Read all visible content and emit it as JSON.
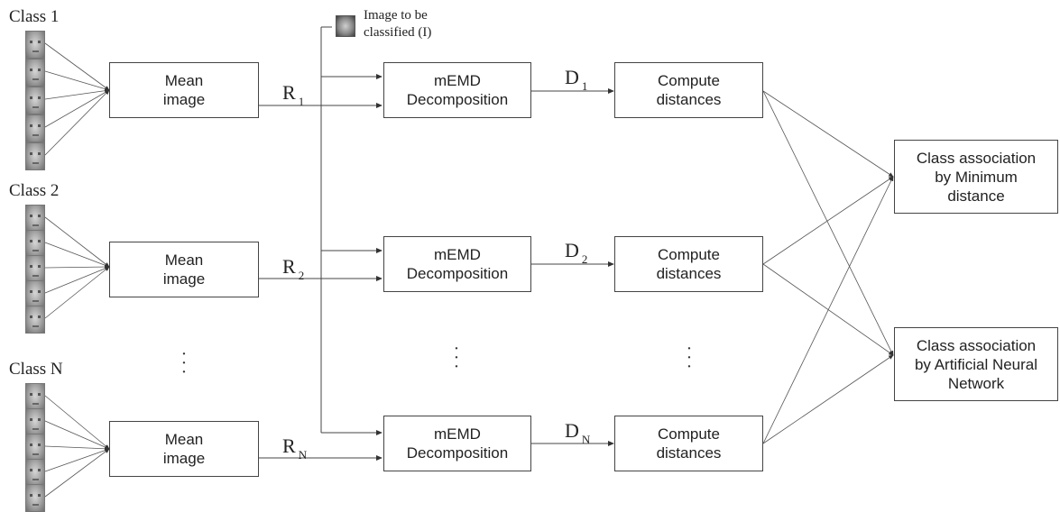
{
  "classes": [
    {
      "label": "Class 1",
      "mean_box": "Mean\nimage",
      "r_symbol": "R",
      "r_sub": "1",
      "decomp_box": "mEMD\nDecomposition",
      "d_symbol": "D",
      "d_sub": "1",
      "compute_box": "Compute\ndistances"
    },
    {
      "label": "Class 2",
      "mean_box": "Mean\nimage",
      "r_symbol": "R",
      "r_sub": "2",
      "decomp_box": "mEMD\nDecomposition",
      "d_symbol": "D",
      "d_sub": "2",
      "compute_box": "Compute\ndistances"
    },
    {
      "label": "Class N",
      "mean_box": "Mean\nimage",
      "r_symbol": "R",
      "r_sub": "N",
      "decomp_box": "mEMD\nDecomposition",
      "d_symbol": "D",
      "d_sub": "N",
      "compute_box": "Compute\ndistances"
    }
  ],
  "query_image_label": "Image to be\nclassified (I)",
  "ellipsis": "·\n·\n·",
  "outputs": {
    "min_distance": "Class association\nby Minimum\ndistance",
    "ann": "Class association\nby Artificial Neural\nNetwork"
  }
}
